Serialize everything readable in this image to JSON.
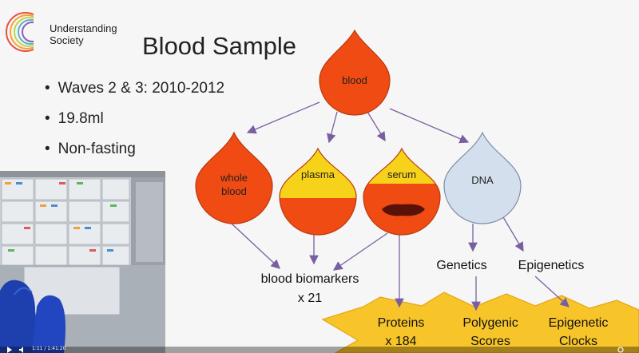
{
  "logo": {
    "line1": "Understanding",
    "line2": "Society"
  },
  "title": "Blood Sample",
  "bullets": [
    "Waves 2 & 3: 2010-2012",
    "19.8ml",
    "Non-fasting"
  ],
  "diagram": {
    "source": "blood",
    "drops": {
      "whole_blood_line1": "whole",
      "whole_blood_line2": "blood",
      "plasma": "plasma",
      "serum": "serum",
      "dna": "DNA"
    },
    "biomarkers_line1": "blood biomarkers",
    "biomarkers_line2": "x 21",
    "genetics": "Genetics",
    "epigenetics": "Epigenetics",
    "proteins_line1": "Proteins",
    "proteins_line2": "x 184",
    "polygenic_line1": "Polygenic",
    "polygenic_line2": "Scores",
    "epigenetic_line1": "Epigenetic",
    "epigenetic_line2": "Clocks"
  },
  "colors": {
    "blood_red": "#f04b12",
    "plasma_yellow": "#f7d21a",
    "dna_blue": "#d4dfed",
    "arrow_purple": "#7a5fa0",
    "burst_orange": "#f7c52a"
  },
  "video": {
    "time": "1:11 / 1:41:20"
  }
}
